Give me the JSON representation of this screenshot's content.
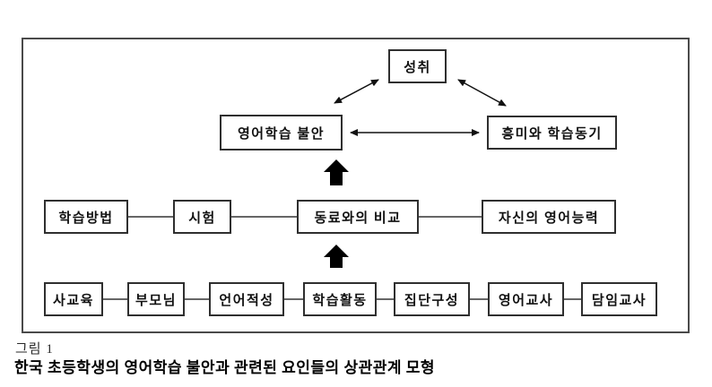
{
  "colors": {
    "line": "#222222",
    "box_border": "#2f2f2f",
    "frame_border": "#4a4a4a",
    "text": "#111111",
    "background": "#ffffff"
  },
  "diagram": {
    "nodes": {
      "achievement": "성취",
      "anxiety": "영어학습 불안",
      "interest_motivation": "흥미와 학습동기",
      "row3": [
        "학습방법",
        "시험",
        "동료와의 비교",
        "자신의 영어능력"
      ],
      "row4": [
        "사교육",
        "부모님",
        "언어적성",
        "학습활동",
        "집단구성",
        "영어교사",
        "담임교사"
      ]
    },
    "edges": [
      {
        "from": "성취",
        "to": "영어학습 불안",
        "type": "double-headed-arrow"
      },
      {
        "from": "성취",
        "to": "흥미와 학습동기",
        "type": "double-headed-arrow"
      },
      {
        "from": "영어학습 불안",
        "to": "흥미와 학습동기",
        "type": "double-headed-arrow"
      },
      {
        "from": "동료와의 비교",
        "to": "영어학습 불안",
        "type": "thick-up-arrow"
      },
      {
        "from": "row4",
        "to": "동료와의 비교",
        "type": "thick-up-arrow"
      },
      {
        "chain": [
          "학습방법",
          "시험",
          "동료와의 비교",
          "자신의 영어능력"
        ],
        "type": "plain-line"
      },
      {
        "chain": [
          "사교육",
          "부모님",
          "언어적성",
          "학습활동",
          "집단구성",
          "영어교사",
          "담임교사"
        ],
        "type": "plain-line"
      }
    ]
  },
  "caption": {
    "label": "그림 1",
    "title": "한국 초등학생의 영어학습 불안과 관련된 요인들의 상관관계 모형"
  }
}
